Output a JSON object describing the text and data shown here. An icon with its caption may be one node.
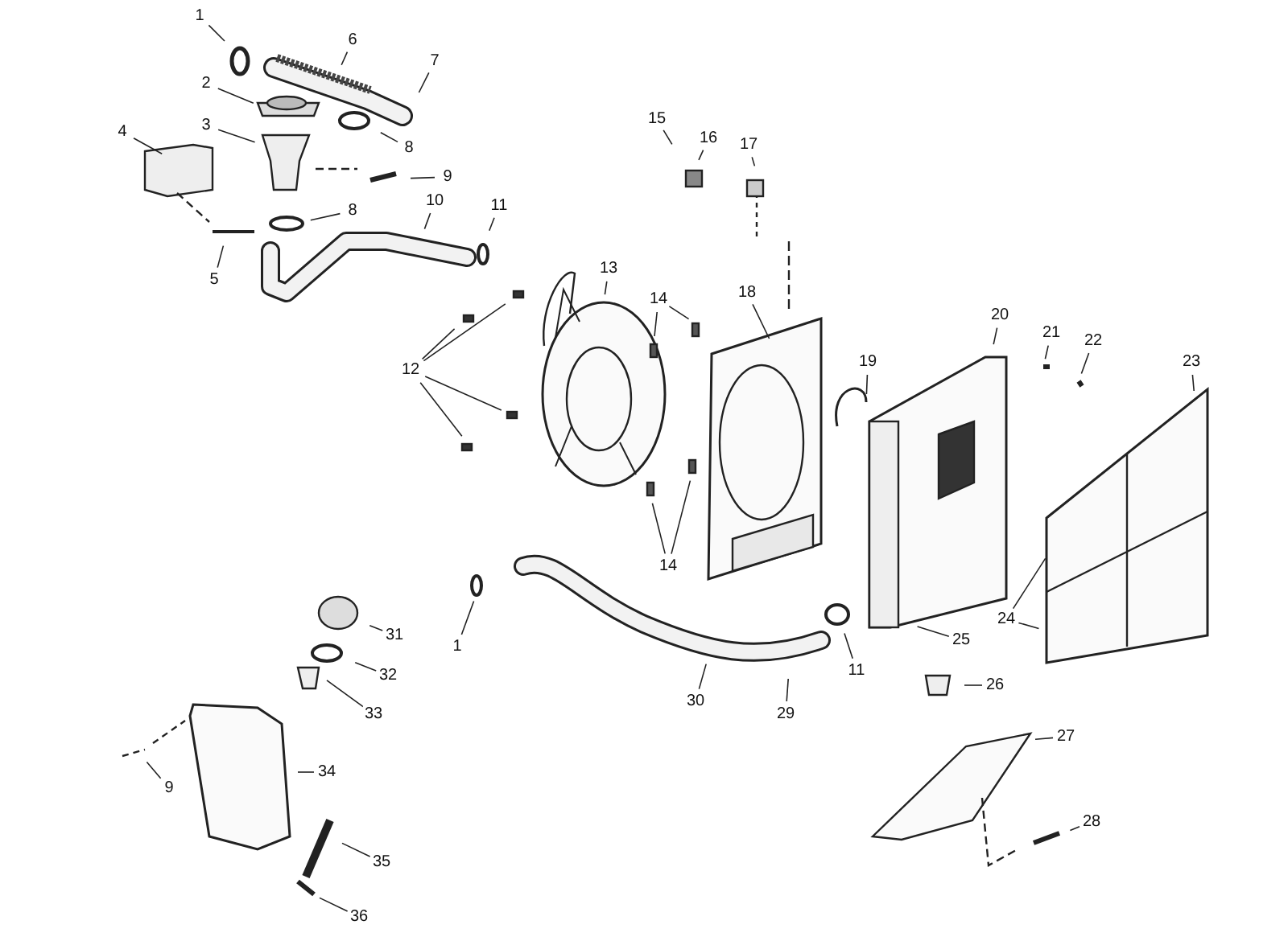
{
  "diagram": {
    "nodes": [
      {
        "text": [
          "1"
        ]
      },
      {
        "text": [
          "6"
        ]
      },
      {
        "text": [
          "7"
        ]
      },
      {
        "text": [
          "2"
        ]
      },
      {
        "text": [
          "8"
        ]
      },
      {
        "text": [
          "3"
        ]
      },
      {
        "text": [
          "4"
        ]
      },
      {
        "text": [
          "9"
        ]
      },
      {
        "text": [
          "8"
        ]
      },
      {
        "text": [
          "10"
        ]
      },
      {
        "text": [
          "11"
        ]
      },
      {
        "text": [
          "5"
        ]
      },
      {
        "text": [
          "15"
        ]
      },
      {
        "text": [
          "16"
        ]
      },
      {
        "text": [
          "17"
        ]
      },
      {
        "text": [
          "13"
        ]
      },
      {
        "text": [
          "14"
        ]
      },
      {
        "text": [
          "18"
        ]
      },
      {
        "text": [
          "12"
        ]
      },
      {
        "text": [
          "20"
        ]
      },
      {
        "text": [
          "21"
        ]
      },
      {
        "text": [
          "19"
        ]
      },
      {
        "text": [
          "22"
        ]
      },
      {
        "text": [
          "23"
        ]
      },
      {
        "text": [
          "14"
        ]
      },
      {
        "text": [
          "24"
        ]
      },
      {
        "text": [
          "1"
        ]
      },
      {
        "text": [
          "31"
        ]
      },
      {
        "text": [
          "32"
        ]
      },
      {
        "text": [
          "33"
        ]
      },
      {
        "text": [
          "11"
        ]
      },
      {
        "text": [
          "25"
        ]
      },
      {
        "text": [
          "30"
        ]
      },
      {
        "text": [
          "29"
        ]
      },
      {
        "text": [
          "26"
        ]
      },
      {
        "text": [
          "27"
        ]
      },
      {
        "text": [
          "9"
        ]
      },
      {
        "text": [
          "34"
        ]
      },
      {
        "text": [
          "28"
        ]
      },
      {
        "text": [
          "35"
        ]
      },
      {
        "text": [
          "36"
        ]
      }
    ],
    "edges": [
      {
        "from": 0,
        "to": null,
        "arrow": "none"
      },
      {
        "from": 1,
        "to": null,
        "arrow": "none"
      },
      {
        "from": 2,
        "to": null,
        "arrow": "none"
      },
      {
        "from": 3,
        "to": null,
        "arrow": "none"
      },
      {
        "from": 4,
        "to": null,
        "arrow": "none"
      },
      {
        "from": 5,
        "to": null,
        "arrow": "none"
      },
      {
        "from": 6,
        "to": null,
        "arrow": "none"
      },
      {
        "from": 7,
        "to": null,
        "arrow": "none"
      },
      {
        "from": 8,
        "to": null,
        "arrow": "none"
      },
      {
        "from": 9,
        "to": null,
        "arrow": "none"
      },
      {
        "from": 10,
        "to": null,
        "arrow": "none"
      },
      {
        "from": 11,
        "to": null,
        "arrow": "none"
      },
      {
        "from": 12,
        "to": null,
        "arrow": "none"
      },
      {
        "from": 13,
        "to": null,
        "arrow": "none"
      },
      {
        "from": 14,
        "to": null,
        "arrow": "none"
      },
      {
        "from": 15,
        "to": null,
        "arrow": "none"
      },
      {
        "from": 16,
        "to": null,
        "arrow": "none"
      },
      {
        "from": 16,
        "to": null,
        "arrow": "none"
      },
      {
        "from": 17,
        "to": null,
        "arrow": "none"
      },
      {
        "from": 18,
        "to": null,
        "arrow": "none"
      },
      {
        "from": 18,
        "to": null,
        "arrow": "none"
      },
      {
        "from": 18,
        "to": null,
        "arrow": "none"
      },
      {
        "from": 18,
        "to": null,
        "arrow": "none"
      },
      {
        "from": 19,
        "to": null,
        "arrow": "none"
      },
      {
        "from": 20,
        "to": null,
        "arrow": "none"
      },
      {
        "from": 21,
        "to": null,
        "arrow": "none"
      },
      {
        "from": 22,
        "to": null,
        "arrow": "none"
      },
      {
        "from": 23,
        "to": null,
        "arrow": "none"
      },
      {
        "from": 24,
        "to": null,
        "arrow": "none"
      },
      {
        "from": 24,
        "to": null,
        "arrow": "none"
      },
      {
        "from": 25,
        "to": null,
        "arrow": "none"
      },
      {
        "from": 25,
        "to": null,
        "arrow": "none"
      },
      {
        "from": 26,
        "to": null,
        "arrow": "none"
      },
      {
        "from": 27,
        "to": null,
        "arrow": "none"
      },
      {
        "from": 28,
        "to": null,
        "arrow": "none"
      },
      {
        "from": 29,
        "to": null,
        "arrow": "none"
      },
      {
        "from": 30,
        "to": null,
        "arrow": "none"
      },
      {
        "from": 31,
        "to": null,
        "arrow": "none"
      },
      {
        "from": 32,
        "to": null,
        "arrow": "none"
      },
      {
        "from": 33,
        "to": null,
        "arrow": "none"
      },
      {
        "from": 34,
        "to": null,
        "arrow": "none"
      },
      {
        "from": 35,
        "to": null,
        "arrow": "none"
      },
      {
        "from": 36,
        "to": null,
        "arrow": "none"
      },
      {
        "from": 37,
        "to": null,
        "arrow": "none"
      },
      {
        "from": 38,
        "to": null,
        "arrow": "none"
      },
      {
        "from": 39,
        "to": null,
        "arrow": "none"
      },
      {
        "from": 40,
        "to": null,
        "arrow": "none"
      }
    ]
  }
}
